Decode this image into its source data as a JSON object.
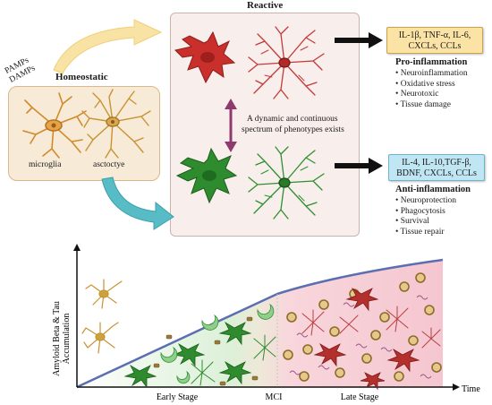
{
  "homeostatic": {
    "title": "Homeostatic",
    "stimuli_line1": "PAMPs",
    "stimuli_line2": "DAMPs",
    "microglia_label": "microglia",
    "astrocyte_label": "asctoctye"
  },
  "reactive": {
    "title": "Reactive",
    "spectrum_line1": "A dynamic and continuous",
    "spectrum_line2": "spectrum of phenotypes exists"
  },
  "pro_inflammation": {
    "cytokines_line1": "IL-1β, TNF-α, IL-6,",
    "cytokines_line2": "CXCLs, CCLs",
    "title": "Pro-inflammation",
    "effects": [
      "Neuroinflammation",
      "Oxidative stress",
      "Neurotoxic",
      "Tissue damage"
    ]
  },
  "anti_inflammation": {
    "cytokines_line1": "IL-4, IL-10,TGF-β,",
    "cytokines_line2": "BDNF, CXCLs, CCLs",
    "title": "Anti-inflammation",
    "effects": [
      "Neuroprotection",
      "Phagocytosis",
      "Survival",
      "Tissue repair"
    ]
  },
  "progression": {
    "ylabel_line1": "Amyloid Beta & Tau",
    "ylabel_line2": "Accumulation",
    "xlabel": "Time",
    "stages": [
      "Early Stage",
      "MCI",
      "Late Stage"
    ]
  },
  "colors": {
    "homeostatic_bg": "#f7ead7",
    "reactive_bg": "#f8efec",
    "microglia_orange": "#d98e2b",
    "pro_red": "#c8322f",
    "anti_green": "#2f8f2f",
    "arrow_yellow": "#f6d98a",
    "arrow_teal": "#4fb7c2",
    "curve_blue": "#5b6fb0",
    "early_green": "#dff2dc",
    "late_pink": "#f7d0d8"
  }
}
